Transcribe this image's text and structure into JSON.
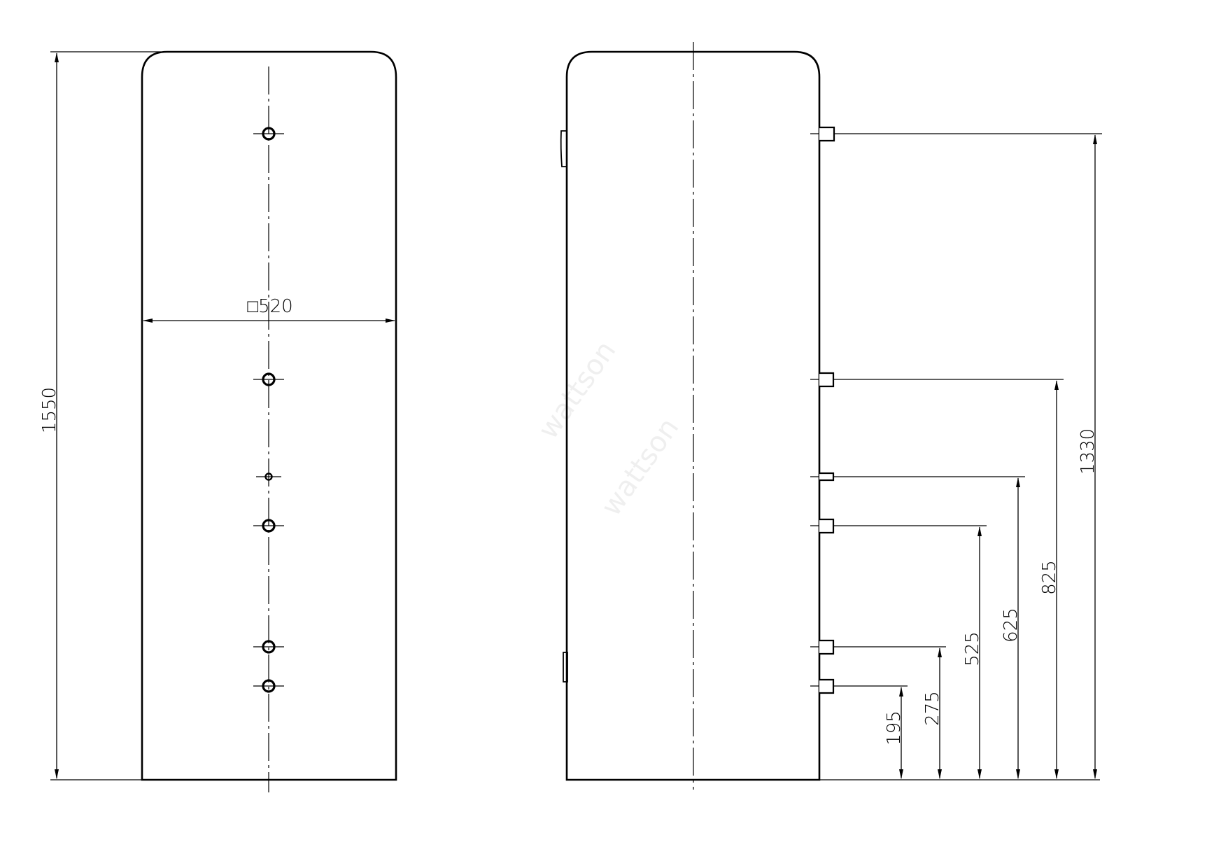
{
  "drawing": {
    "front_view": {
      "width_label": "□520",
      "height_label": "1550"
    },
    "side_view": {
      "dimension_labels": [
        "1330",
        "825",
        "625",
        "525",
        "275",
        "195"
      ]
    },
    "watermark": [
      "wattson",
      "wattson"
    ]
  }
}
